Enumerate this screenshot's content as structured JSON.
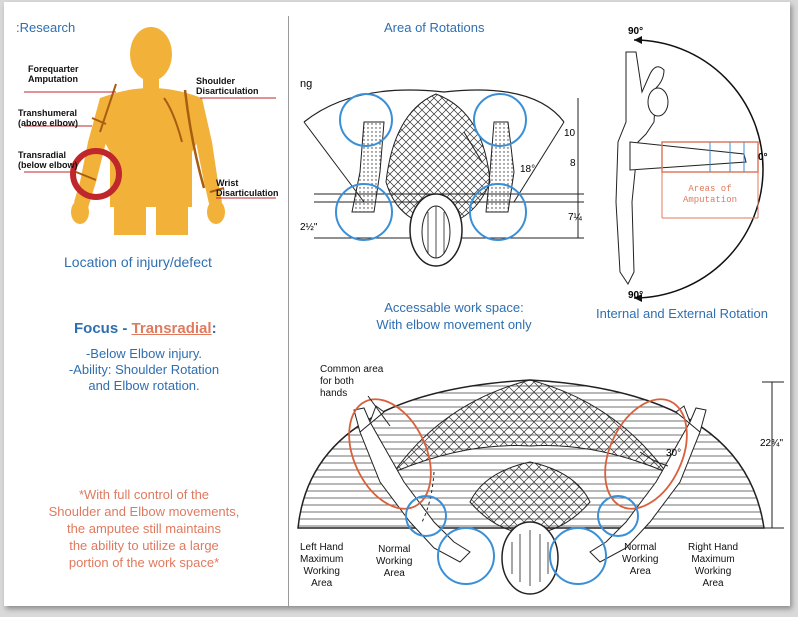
{
  "page_title": ":Research",
  "body_labels": {
    "forequarter": [
      "Forequarter",
      "Amputation"
    ],
    "transhumeral": [
      "Transhumeral",
      "(above elbow)"
    ],
    "transradial": [
      "Transradial",
      "(below elbow)"
    ],
    "shoulder": [
      "Shoulder",
      "Disarticulation"
    ],
    "wrist": [
      "Wrist",
      "Disarticulation"
    ]
  },
  "location_caption": "Location of injury/defect",
  "focus": {
    "prefix": "Focus - ",
    "term": "Transradial",
    "suffix": ":",
    "bullets": [
      "-Below Elbow injury.",
      "-Ability: Shoulder Rotation",
      "and Elbow rotation."
    ]
  },
  "note": [
    "*With full control of the",
    "Shoulder and Elbow movements,",
    "the amputee still maintains",
    "the ability to utilize a large",
    "portion of the work space*"
  ],
  "area_title": "Area of Rotations",
  "workspace_caption": [
    "Accessable work space:",
    "With elbow movement only"
  ],
  "top_drawing": {
    "left_text": "ng",
    "dim_top": "10",
    "dim_mid": "8",
    "dim_bot": "7¼",
    "angle": "18°",
    "left_dim": "2½\""
  },
  "rotation": {
    "deg_top": "90°",
    "deg_mid": "0°",
    "deg_bot": "90°",
    "areas_label": [
      "Areas of",
      "Amputation"
    ],
    "caption": "Internal and External Rotation"
  },
  "bottom_drawing": {
    "common_area": [
      "Common area",
      "for both",
      "hands"
    ],
    "angle": "30°",
    "height": "22¾\"",
    "left_max": [
      "Left Hand",
      "Maximum",
      "Working",
      "Area"
    ],
    "normal_left": [
      "Normal",
      "Working",
      "Area"
    ],
    "normal_right": [
      "Normal",
      "Working",
      "Area"
    ],
    "right_max": [
      "Right  Hand",
      "Maximum",
      "Working",
      "Area"
    ]
  },
  "colors": {
    "accent_blue": "#2f6fb0",
    "accent_orange": "#e07a5f",
    "ring_red": "#c0272d",
    "circle_blue": "#3a8fd6",
    "skin": "#f2b23a"
  }
}
